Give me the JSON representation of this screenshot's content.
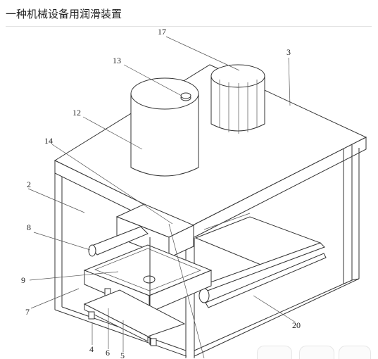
{
  "page": {
    "title": "一种机械设备用润滑装置"
  },
  "figure": {
    "labels": [
      {
        "key": "17",
        "text": "17"
      },
      {
        "key": "3",
        "text": "3"
      },
      {
        "key": "13",
        "text": "13"
      },
      {
        "key": "12",
        "text": "12"
      },
      {
        "key": "14",
        "text": "14"
      },
      {
        "key": "2",
        "text": "2"
      },
      {
        "key": "8",
        "text": "8"
      },
      {
        "key": "9",
        "text": "9"
      },
      {
        "key": "7",
        "text": "7"
      },
      {
        "key": "20",
        "text": "20"
      },
      {
        "key": "4",
        "text": "4"
      },
      {
        "key": "6",
        "text": "6"
      },
      {
        "key": "5",
        "text": "5"
      }
    ]
  }
}
